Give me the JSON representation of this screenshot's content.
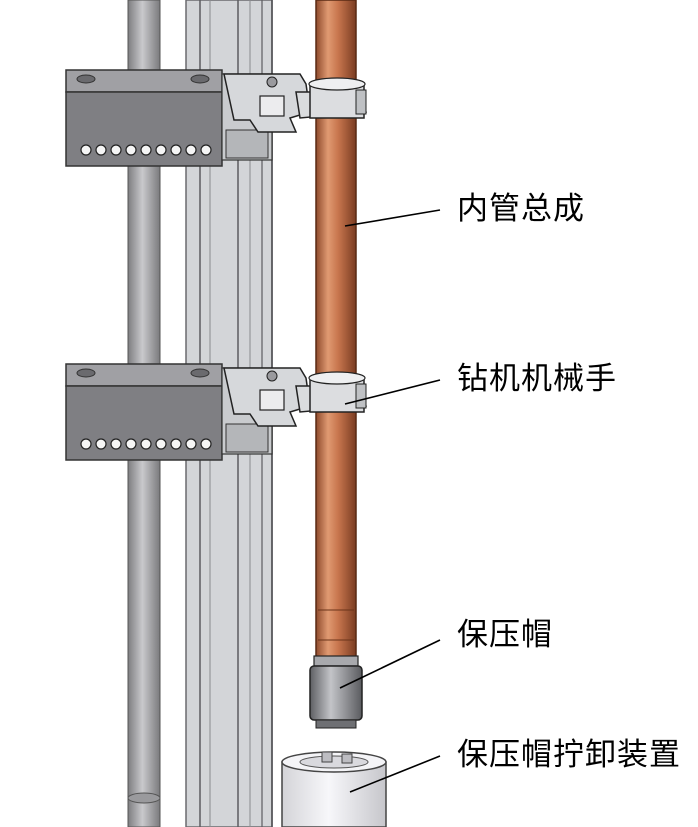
{
  "labels": {
    "inner_tube": "内管总成",
    "manipulator": "钻机机械手",
    "pressure_cap": "保压帽",
    "cap_unscrewing_device": "保压帽拧卸装置"
  },
  "colors": {
    "tube_copper": "#c0704a",
    "rod_gray": "#a9a9ab",
    "block_gray": "#7f7f82",
    "frame_light": "#cfd1d4",
    "cap_gray": "#8f9094",
    "device_white": "#ececf0",
    "leader_line": "#000000"
  }
}
